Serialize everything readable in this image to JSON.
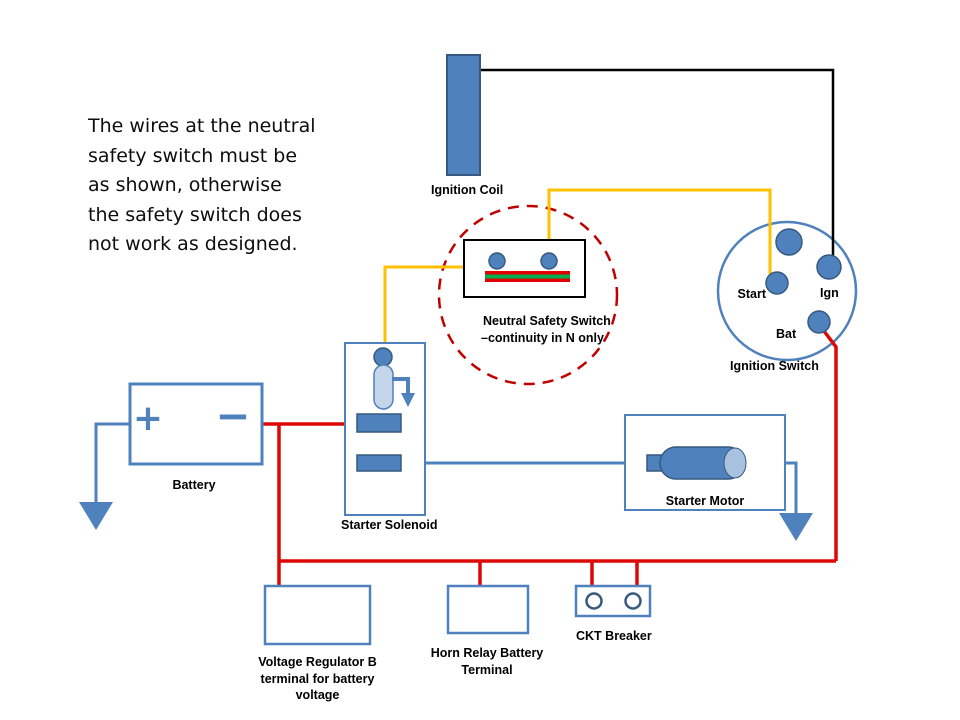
{
  "note_lines": [
    "The wires at the neutral",
    "safety switch must be",
    "as shown, otherwise",
    "the safety switch does",
    "not work as designed."
  ],
  "components": {
    "ignition_coil": {
      "label": "Ignition Coil"
    },
    "neutral_safety_switch": {
      "label_line1": "Neutral Safety Switch",
      "label_line2": "–continuity in N only"
    },
    "ignition_switch": {
      "label": "Ignition Switch",
      "terminals": {
        "start": "Start",
        "ign": "Ign",
        "bat": "Bat"
      }
    },
    "battery": {
      "label": "Battery",
      "plus": "+",
      "minus": "−"
    },
    "starter_solenoid": {
      "label": "Starter Solenoid"
    },
    "starter_motor": {
      "label": "Starter Motor"
    },
    "voltage_regulator": {
      "label_lines": [
        "Voltage Regulator B",
        "terminal for battery",
        "voltage"
      ]
    },
    "horn_relay": {
      "label_lines": [
        "Horn Relay Battery",
        "Terminal"
      ]
    },
    "ckt_breaker": {
      "label": "CKT Breaker"
    }
  },
  "colors": {
    "component_blue": "#4f81bd",
    "component_blue_dark": "#36597f",
    "component_blue_light": "#c5d5ea",
    "wire_red": "#dd0806",
    "wire_yellow": "#ffc000",
    "wire_black": "#000000",
    "nss_dashed_circle": "#c00000",
    "nss_contact_green": "#00b050"
  }
}
